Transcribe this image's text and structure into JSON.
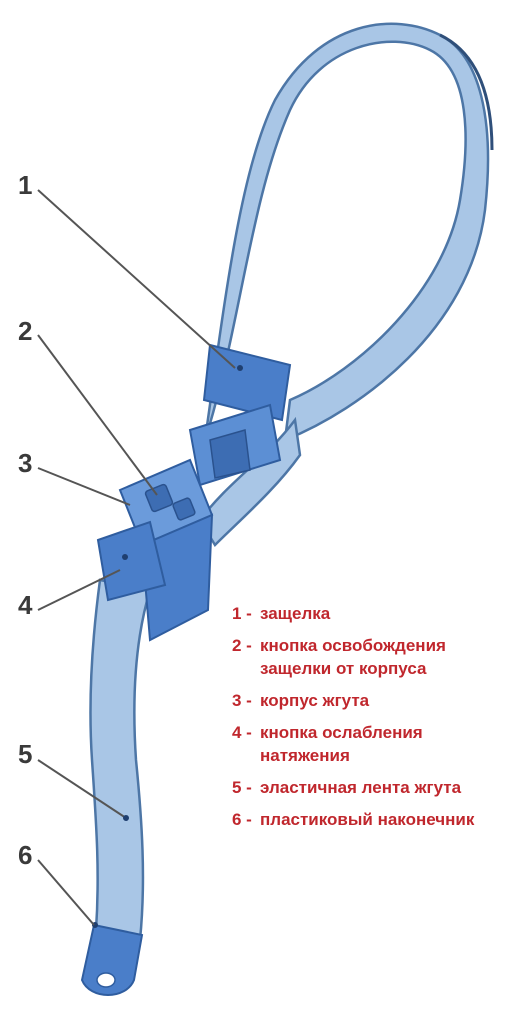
{
  "colors": {
    "strap_fill": "#a9c6e6",
    "strap_edge": "#4d76a6",
    "plastic_fill": "#4a7ec9",
    "plastic_dark": "#2f5d9f",
    "leader_line": "#555555",
    "number_color": "#3a3a3a",
    "legend_color": "#c0272d"
  },
  "callouts": [
    {
      "num": "1"
    },
    {
      "num": "2"
    },
    {
      "num": "3"
    },
    {
      "num": "4"
    },
    {
      "num": "5"
    },
    {
      "num": "6"
    }
  ],
  "legend": [
    {
      "num": "1 -",
      "text": "защелка"
    },
    {
      "num": "2 -",
      "text": "кнопка освобождения защелки от корпуса"
    },
    {
      "num": "3 -",
      "text": "корпус жгута"
    },
    {
      "num": "4 -",
      "text": "кнопка ослабления натяжения"
    },
    {
      "num": "5 -",
      "text": "эластичная лента жгута"
    },
    {
      "num": "6 -",
      "text": "пластиковый наконечник"
    }
  ]
}
